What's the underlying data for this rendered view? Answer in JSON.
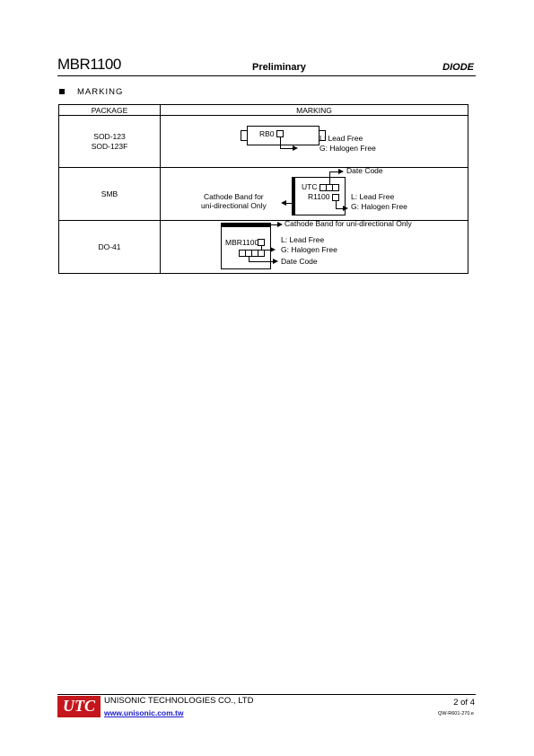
{
  "header": {
    "part_number": "MBR1100",
    "status": "Preliminary",
    "doc_type": "DIODE"
  },
  "section": {
    "title": "MARKING"
  },
  "table": {
    "headers": [
      "PACKAGE",
      "MARKING"
    ],
    "rows": [
      {
        "package_lines": [
          "SOD-123",
          "SOD-123F"
        ],
        "marking": {
          "code": "RB0",
          "lead_free": "L: Lead Free",
          "halogen_free": "G: Halogen Free"
        }
      },
      {
        "package_lines": [
          "SMB"
        ],
        "marking": {
          "line1": "UTC",
          "line2": "R1100",
          "date_code": "Date Code",
          "cathode_line1": "Cathode Band for",
          "cathode_line2": "uni-directional Only",
          "lead_free": "L: Lead Free",
          "halogen_free": "G: Halogen Free"
        }
      },
      {
        "package_lines": [
          "DO-41"
        ],
        "marking": {
          "code": "MBR1100",
          "cathode": "Cathode Band for uni-directional Only",
          "lead_free": "L: Lead Free",
          "halogen_free": "G: Halogen Free",
          "date_code": "Date Code"
        }
      }
    ]
  },
  "footer": {
    "logo_text": "UTC",
    "company": "UNISONIC TECHNOLOGIES CO., LTD",
    "website": "www.unisonic.com.tw",
    "page": "2  of  4",
    "doc_code": "QW-R601-270.e"
  },
  "colors": {
    "logo_red": "#c4161c",
    "link_blue": "#1a1acc"
  }
}
